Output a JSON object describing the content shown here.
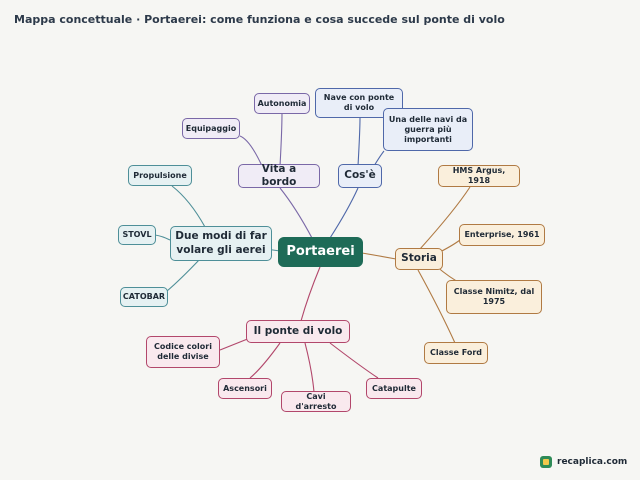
{
  "title": "Mappa concettuale · Portaerei: come funziona e cosa succede sul ponte di volo",
  "root": "Portaerei",
  "branches": {
    "propulsione_group": {
      "label": "Due modi di far volare gli aerei",
      "children": [
        "Propulsione",
        "STOVL",
        "CATOBAR"
      ]
    },
    "vita": {
      "label": "Vita a bordo",
      "children": [
        "Equipaggio",
        "Autonomia"
      ]
    },
    "cose": {
      "label": "Cos'è",
      "children": [
        "Nave con ponte di volo",
        "Una delle navi da guerra più importanti"
      ]
    },
    "storia": {
      "label": "Storia",
      "children": [
        "HMS Argus, 1918",
        "Enterprise, 1961",
        "Classe Nimitz, dal 1975",
        "Classe Ford"
      ]
    },
    "ponte": {
      "label": "Il ponte di volo",
      "children": [
        "Codice colori delle divise",
        "Ascensori",
        "Cavi d'arresto",
        "Catapulte"
      ]
    }
  },
  "brand": "recaplica.com",
  "colors": {
    "root": "#1e6b57",
    "teal": "#4e8f98",
    "lilac": "#7a68a7",
    "blue": "#4f68a9",
    "orange": "#b07a43",
    "pink": "#b2476b"
  }
}
